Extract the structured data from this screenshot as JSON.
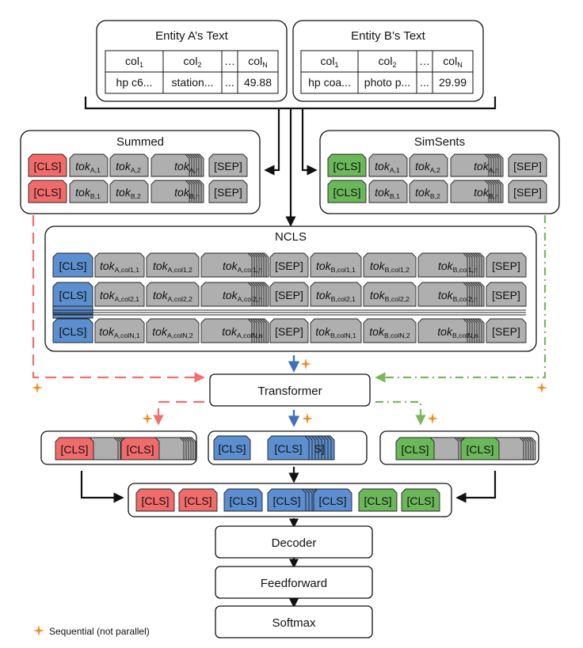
{
  "colors": {
    "cls_summed": "#F26B6B",
    "cls_ncls": "#5B8FCF",
    "cls_simsents": "#6BB85A",
    "token_gray": "#AFAFAF",
    "star": "#F28A1E",
    "line_summed": "#F07070",
    "line_simsents": "#77B85A",
    "arrow_blue": "#3F72B5"
  },
  "entity_a": {
    "title": "Entity A’s Text",
    "headers": [
      "col",
      "col",
      "…",
      "col"
    ],
    "header_subs": [
      "1",
      "2",
      "",
      "N"
    ],
    "values": [
      "hp c6...",
      "station...",
      "...",
      "49.88"
    ]
  },
  "entity_b": {
    "title": "Entity B’s Text",
    "headers": [
      "col",
      "col",
      "…",
      "col"
    ],
    "header_subs": [
      "1",
      "2",
      "",
      "N"
    ],
    "values": [
      "hp coa...",
      "photo p...",
      "...",
      "29.99"
    ]
  },
  "summed": {
    "title": "Summed",
    "rows": [
      {
        "cls": "[CLS]",
        "toks": [
          [
            "tok",
            "A,1"
          ],
          [
            "tok",
            "A,2"
          ],
          [
            "tok",
            "A,n"
          ]
        ],
        "sep": "[SEP]"
      },
      {
        "cls": "[CLS]",
        "toks": [
          [
            "tok",
            "B,1"
          ],
          [
            "tok",
            "B,2"
          ],
          [
            "tok",
            "B,n"
          ]
        ],
        "sep": "[SEP]"
      }
    ]
  },
  "simsents": {
    "title": "SimSents",
    "rows": [
      {
        "cls": "[CLS]",
        "toks": [
          [
            "tok",
            "A,1"
          ],
          [
            "tok",
            "A,2"
          ],
          [
            "tok",
            "A,n"
          ]
        ],
        "sep": "[SEP]"
      },
      {
        "cls": "[CLS]",
        "toks": [
          [
            "tok",
            "B,1"
          ],
          [
            "tok",
            "B,2"
          ],
          [
            "tok",
            "B,n"
          ]
        ],
        "sep": "[SEP]"
      }
    ]
  },
  "ncls": {
    "title": "NCLS",
    "rows": [
      {
        "cls": "[CLS]",
        "a": [
          [
            "tok",
            "A,col1,1"
          ],
          [
            "tok",
            "A,col1,2"
          ],
          [
            "tok",
            "A,col1,n"
          ]
        ],
        "sep1": "[SEP]",
        "b": [
          [
            "tok",
            "B,col1,1"
          ],
          [
            "tok",
            "B,col1,2"
          ],
          [
            "tok",
            "B,col1,n"
          ]
        ],
        "sep2": "[SEP]"
      },
      {
        "cls": "[CLS]",
        "a": [
          [
            "tok",
            "A,col2,1"
          ],
          [
            "tok",
            "A,col2,2"
          ],
          [
            "tok",
            "A,col2,n"
          ]
        ],
        "sep1": "[SEP]",
        "b": [
          [
            "tok",
            "B,col2,1"
          ],
          [
            "tok",
            "B,col2,2"
          ],
          [
            "tok",
            "B,col2,n"
          ]
        ],
        "sep2": "[SEP]"
      },
      {
        "cls": "[CLS]",
        "a": [
          [
            "tok",
            "A,colN,1"
          ],
          [
            "tok",
            "A,colN,2"
          ],
          [
            "tok",
            "A,colN,n"
          ]
        ],
        "sep1": "[SEP]",
        "b": [
          [
            "tok",
            "B,colN,1"
          ],
          [
            "tok",
            "B,colN,2"
          ],
          [
            "tok",
            "B,colN,n"
          ]
        ],
        "sep2": "[SEP]"
      }
    ]
  },
  "transformer": "Transformer",
  "cls_label": "[CLS]",
  "cls_partial": "S]",
  "decoder": "Decoder",
  "feedforward": "Feedforward",
  "softmax": "Softmax",
  "legend": {
    "icon": "star-icon",
    "label": "Sequential (not parallel)"
  }
}
